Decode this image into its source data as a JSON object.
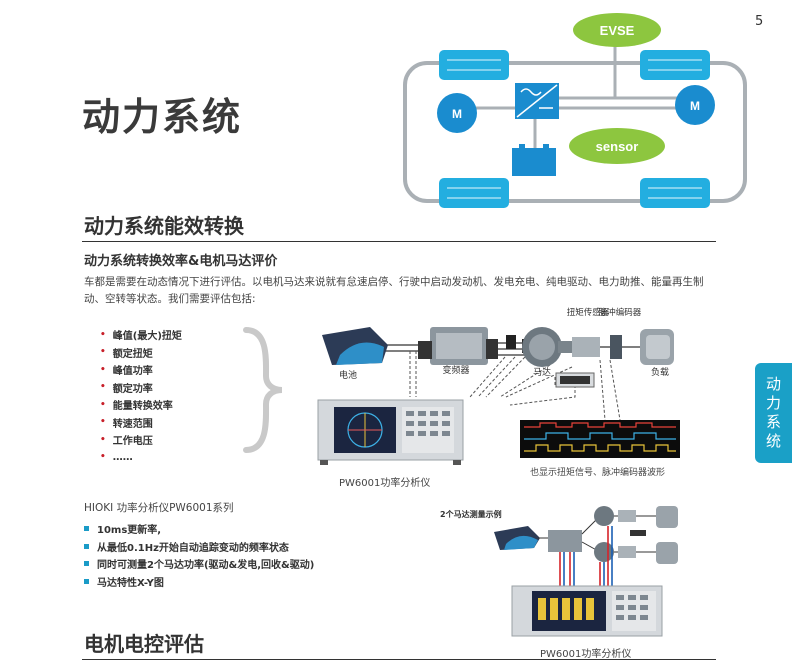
{
  "page": {
    "number": "5",
    "title": "动力系统",
    "section1": "动力系统能效转换",
    "subsection1": "动力系统转换效率&电机马达评价",
    "intro": "车都是需要在动态情况下进行评估。以电机马达来说就有怠速启停、行驶中启动发动机、发电充电、纯电驱动、电力助推、能量再生制动、空转等状态。我们需要评估包括:",
    "section2": "电机电控评估",
    "side_tab": "动力系统"
  },
  "diagram_top": {
    "evse": "EVSE",
    "sensor": "sensor",
    "motor_left": "M",
    "motor_right": "M"
  },
  "eval_items": [
    "峰值(最大)扭矩",
    "额定扭矩",
    "峰值功率",
    "额定功率",
    "能量转换效率",
    "转速范围",
    "工作电压",
    "……"
  ],
  "diagram_main": {
    "battery": "电池",
    "inverter": "变频器",
    "motor": "马达",
    "torque_sensor": "扭矩传感器",
    "encoder": "脉冲编码器",
    "load": "负载",
    "instrument": "PW6001功率分析仪",
    "waveform_caption": "也显示扭矩信号、脉冲编码器波形"
  },
  "product": {
    "series": "HIOKI 功率分析仪PW6001系列",
    "features": [
      "10ms更新率,",
      "从最低0.1Hz开始自动追踪变动的频率状态",
      "同时可测量2个马达功率(驱动&发电,回收&驱动)",
      "马达特性X-Y图"
    ]
  },
  "diagram_two": {
    "title": "2个马达测量示例",
    "instrument": "PW6001功率分析仪"
  },
  "colors": {
    "accent": "#1aa0c7",
    "bullet": "#c8202a",
    "evse_green": "#8dc63f",
    "motor_blue": "#1a8ccf"
  }
}
